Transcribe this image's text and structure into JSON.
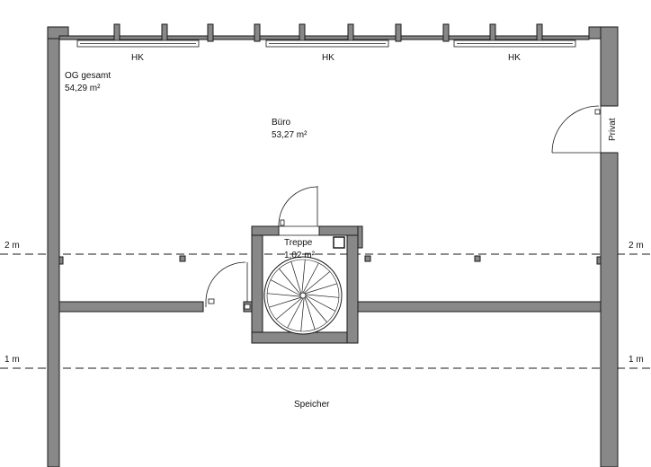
{
  "rooms": {
    "og_name": "OG gesamt",
    "og_area": "54,29 m²",
    "buero_name": "Büro",
    "buero_area": "53,27 m²",
    "treppe_name": "Treppe",
    "treppe_area": "1,02 m²",
    "speicher_name": "Speicher",
    "privat_name": "Privat"
  },
  "heaters": [
    "HK",
    "HK",
    "HK"
  ],
  "height_lines": {
    "upper_left": "2 m",
    "upper_right": "2 m",
    "lower_left": "1 m",
    "lower_right": "1 m"
  },
  "colors": {
    "wall_fill": "#888888",
    "line": "#1a1a1a",
    "background": "#ffffff"
  }
}
